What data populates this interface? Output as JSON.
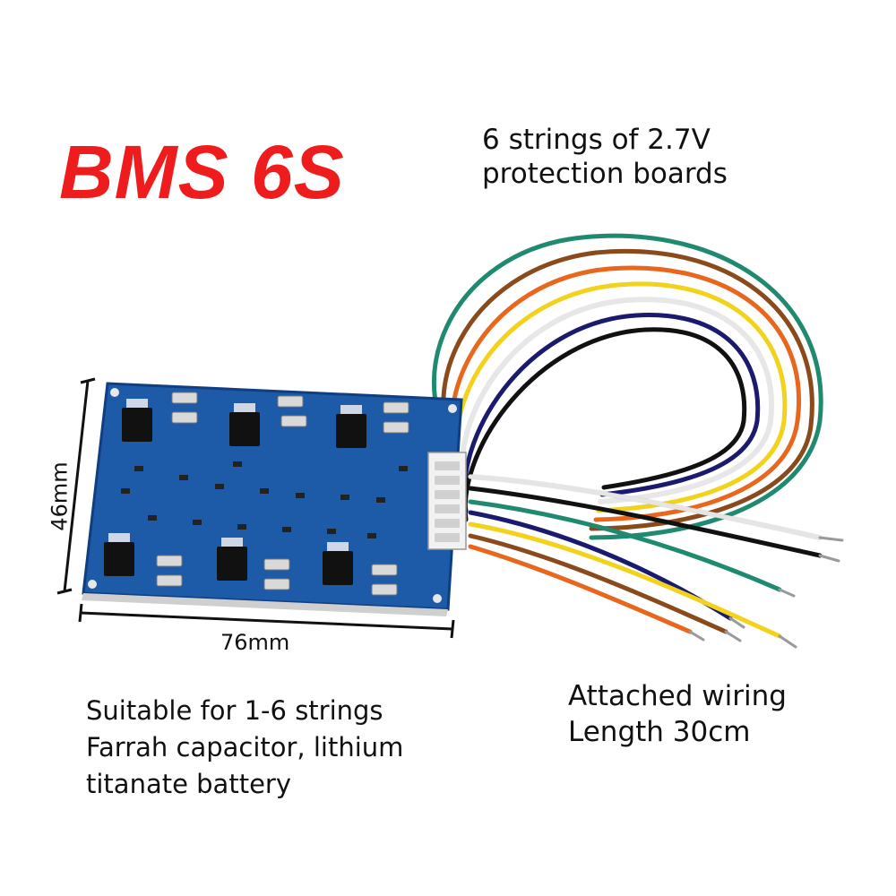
{
  "title": "BMS 6S",
  "top_description": [
    "6 strings of 2.7V",
    "protection boards"
  ],
  "wiring_description": [
    "Attached wiring",
    "Length 30cm"
  ],
  "suitability": [
    "Suitable for 1-6 strings",
    "Farrah capacitor, lithium",
    "titanate battery"
  ],
  "dimensions": {
    "width": "76mm",
    "height": "46mm"
  },
  "colors": {
    "title": "#ee1c1c",
    "pcb": "#1d5aa8",
    "wires": [
      "#1a1a6e",
      "#1f8a70",
      "#111111",
      "#ffffff",
      "#f2d21a",
      "#e8671c",
      "#8a4a1c"
    ]
  }
}
